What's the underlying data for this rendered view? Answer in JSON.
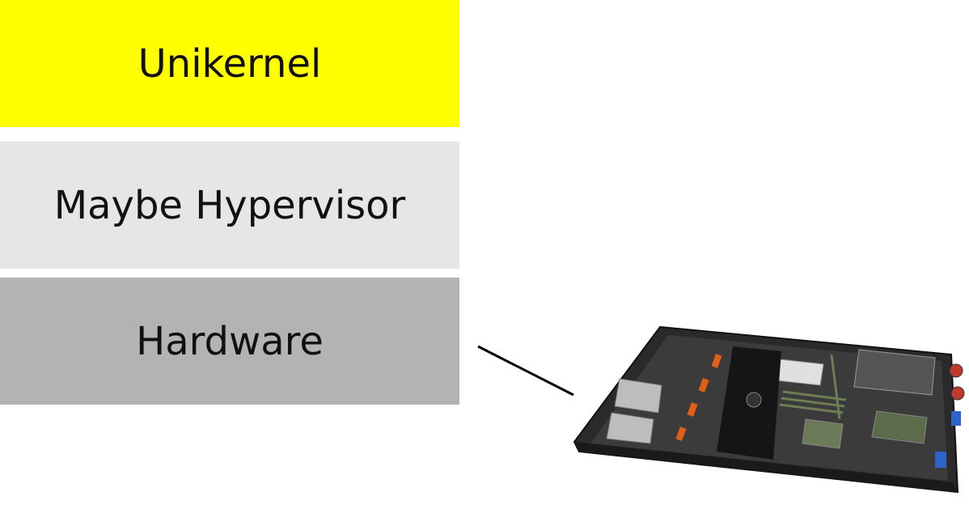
{
  "layers": [
    {
      "label": "Unikernel",
      "color": "#ffff00"
    },
    {
      "label": "Maybe Hypervisor",
      "color": "#e6e6e6"
    },
    {
      "label": "Hardware",
      "color": "#b3b3b3"
    }
  ],
  "image": {
    "icon": "rack-server-photo"
  }
}
